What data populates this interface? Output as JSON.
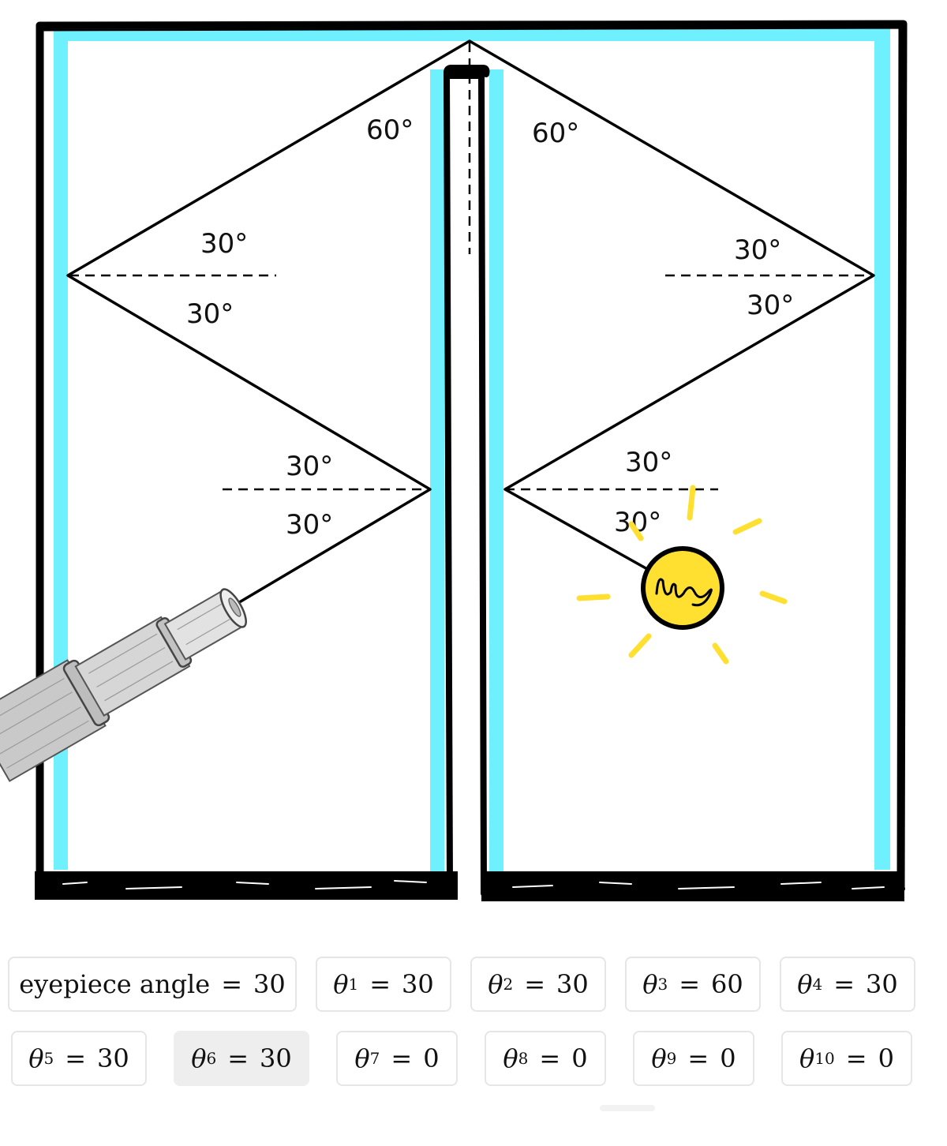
{
  "diagram": {
    "mirror_color": "#6FF0FF",
    "frame_color": "#000000",
    "sun_color": "#FFE030",
    "icons": [
      "telescope-icon",
      "sun-icon"
    ],
    "angle_labels": {
      "left_top": "60°",
      "right_top": "60°",
      "left_upper_above": "30°",
      "left_upper_below": "30°",
      "right_upper_above": "30°",
      "right_upper_below": "30°",
      "left_lower_above": "30°",
      "left_lower_below": "30°",
      "right_lower_above": "30°",
      "right_lower_below": "30°"
    }
  },
  "controls": {
    "eyepiece": {
      "label": "eyepiece angle",
      "value": "30"
    },
    "thetas": [
      {
        "sub": "1",
        "value": "30"
      },
      {
        "sub": "2",
        "value": "30"
      },
      {
        "sub": "3",
        "value": "60"
      },
      {
        "sub": "4",
        "value": "30"
      },
      {
        "sub": "5",
        "value": "30"
      },
      {
        "sub": "6",
        "value": "30"
      },
      {
        "sub": "7",
        "value": "0"
      },
      {
        "sub": "8",
        "value": "0"
      },
      {
        "sub": "9",
        "value": "0"
      },
      {
        "sub": "10",
        "value": "0"
      }
    ],
    "active_index": 6
  }
}
